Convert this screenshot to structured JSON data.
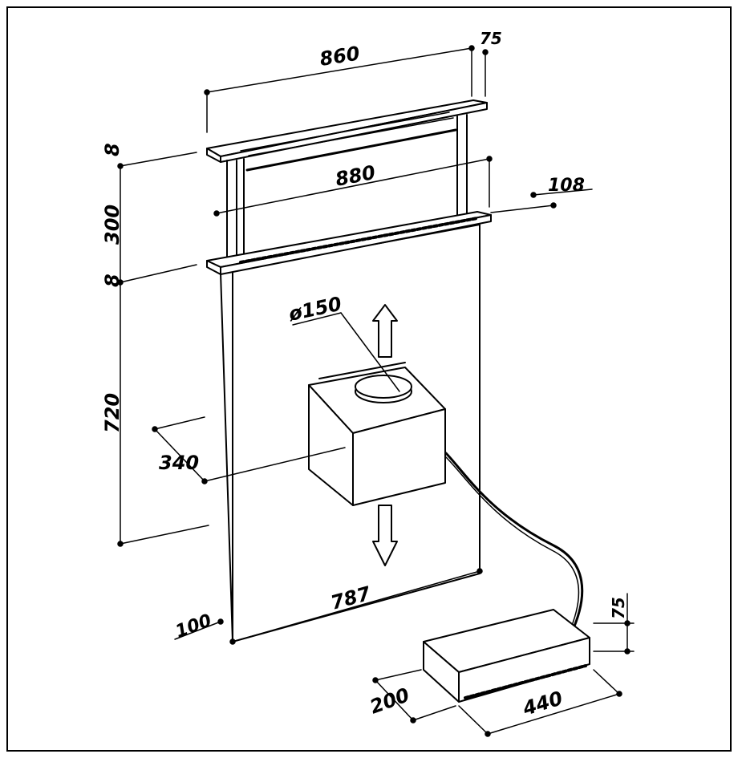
{
  "dimensions": {
    "top_width": "860",
    "top_depth": "75",
    "top_thickness": "8",
    "lift_height": "300",
    "bottom_thickness": "8",
    "inner_width": "880",
    "side_offset": "108",
    "panel_height": "720",
    "motor_offset": "340",
    "duct_diameter": "ø150",
    "panel_width": "787",
    "bottom_depth": "100",
    "box_height": "75",
    "box_depth": "200",
    "box_width": "440"
  }
}
